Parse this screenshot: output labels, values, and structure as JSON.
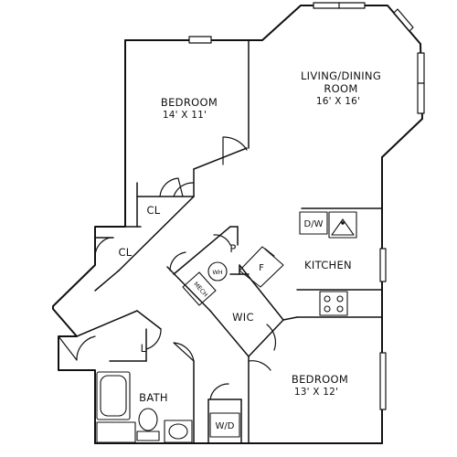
{
  "rooms": {
    "bedroom1": {
      "name": "BEDROOM",
      "size": "14' X 11'"
    },
    "living": {
      "name_line1": "LIVING/DINING",
      "name_line2": "ROOM",
      "size": "16' X 16'"
    },
    "kitchen": {
      "name": "KITCHEN"
    },
    "bedroom2": {
      "name": "BEDROOM",
      "size": "13' X 12'"
    },
    "bath": {
      "name": "BATH"
    },
    "wic": {
      "name": "WIC"
    },
    "closet1": {
      "name": "CL"
    },
    "closet2": {
      "name": "CL"
    },
    "linen": {
      "name": "L"
    },
    "pantry": {
      "name": "P"
    },
    "mech": {
      "name": "MECH"
    }
  },
  "fixtures": {
    "dishwasher": "D/W",
    "fridge": "F",
    "water_heater": "WH",
    "washer_dryer": "W/D"
  }
}
